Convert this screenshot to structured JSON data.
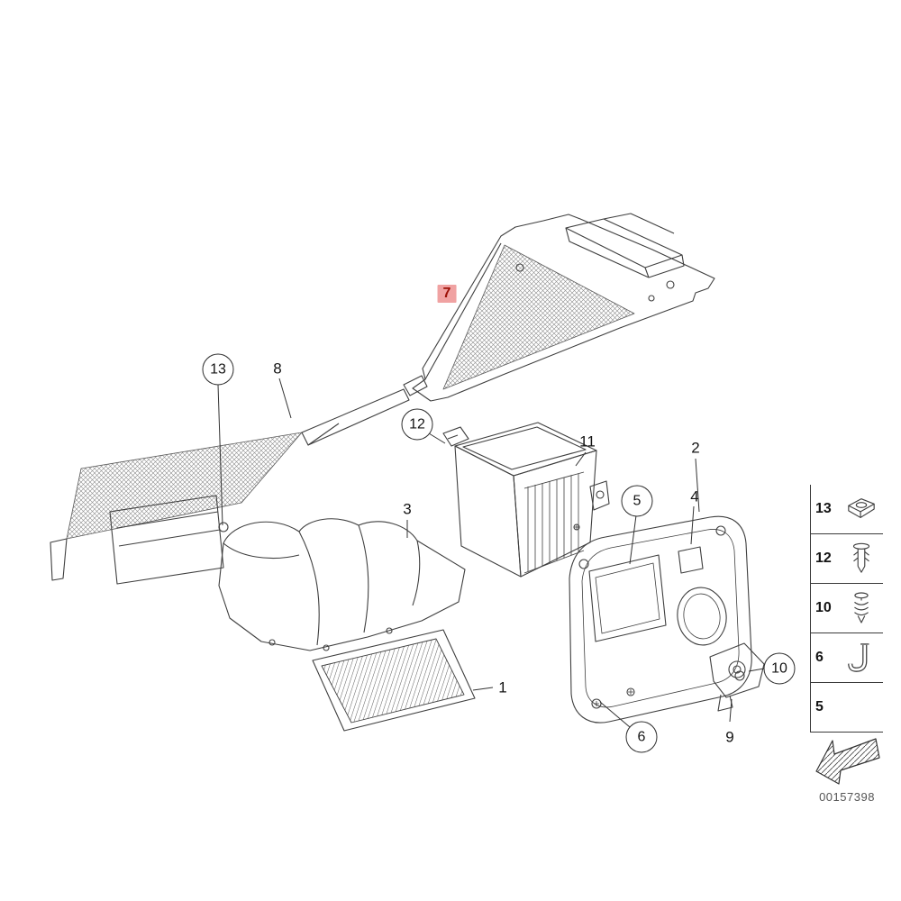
{
  "figure": {
    "part_number": "00157398",
    "colors": {
      "highlight_bg": "#f0a2a2",
      "highlight_text": "#9c1006",
      "line": "#3f3f3f"
    }
  },
  "callouts": {
    "c1": {
      "label": "1",
      "style": "plain"
    },
    "c2": {
      "label": "2",
      "style": "plain"
    },
    "c3": {
      "label": "3",
      "style": "plain"
    },
    "c4": {
      "label": "4",
      "style": "plain"
    },
    "c5": {
      "label": "5",
      "style": "circled"
    },
    "c6": {
      "label": "6",
      "style": "circled"
    },
    "c7": {
      "label": "7",
      "style": "highlighted"
    },
    "c8": {
      "label": "8",
      "style": "plain"
    },
    "c9": {
      "label": "9",
      "style": "plain"
    },
    "c10": {
      "label": "10",
      "style": "circled"
    },
    "c11": {
      "label": "11",
      "style": "plain"
    },
    "c12": {
      "label": "12",
      "style": "circled"
    },
    "c13": {
      "label": "13",
      "style": "circled"
    }
  },
  "legend": {
    "items": [
      {
        "label": "13",
        "icon": "clip-nut-icon"
      },
      {
        "label": "12",
        "icon": "expansion-rivet-icon"
      },
      {
        "label": "10",
        "icon": "screw-spring-icon"
      },
      {
        "label": "6",
        "icon": "j-hook-screw-icon"
      },
      {
        "label": "5",
        "icon": ""
      }
    ],
    "direction_symbol": "front-direction-arrow-icon"
  }
}
